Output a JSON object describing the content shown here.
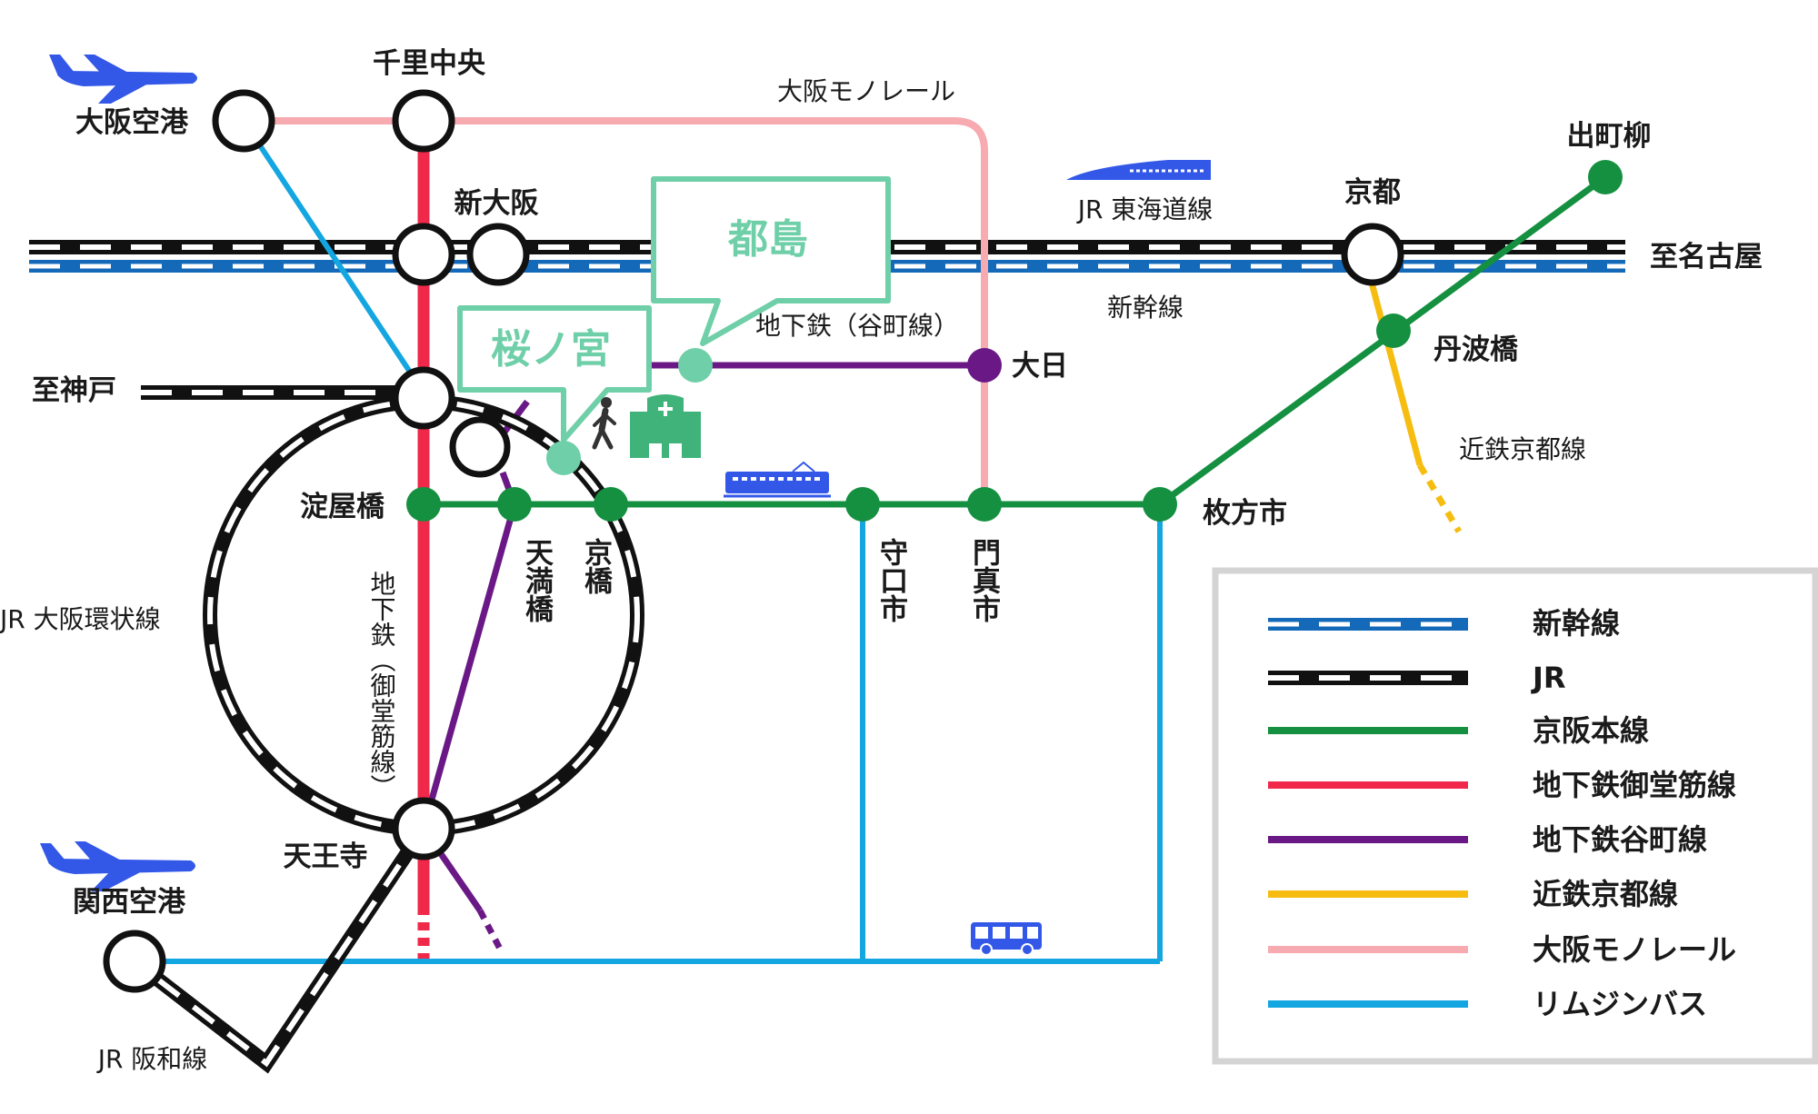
{
  "colors": {
    "shinkansen": "#1469b8",
    "jr": "#111111",
    "keihan": "#149040",
    "midosuji": "#f0284a",
    "tanimachi": "#6a1886",
    "kintetsu": "#f6bd10",
    "monorail": "#f7aab0",
    "limousine": "#14a6e0",
    "callout": "#6fcfa8",
    "icon_blue": "#3358e8"
  },
  "icons": [
    "airplane-icon",
    "airplane-icon",
    "shinkansen-train-icon",
    "train-icon",
    "bus-icon",
    "walking-person-icon",
    "hospital-icon"
  ],
  "stations": {
    "senri_chuo": "千里中央",
    "osaka_airport": "大阪空港",
    "shin_osaka": "新大阪",
    "kyoto": "京都",
    "demachiyanagi": "出町柳",
    "tambabashi": "丹波橋",
    "dainichi": "大日",
    "to_nagoya": "至名古屋",
    "to_kobe": "至神戸",
    "yodoyabashi": "淀屋橋",
    "temmabashi": "天満橋",
    "kyobashi": "京橋",
    "moriguchi": "守口市",
    "kadoma": "門真市",
    "hirakata": "枚方市",
    "tennoji": "天王寺",
    "kansai_airport": "関西空港"
  },
  "callouts": {
    "miyakojima": "都島",
    "sakuranomiya": "桜ノ宮"
  },
  "line_names": {
    "monorail": "大阪モノレール",
    "jr_tokaido": "JR 東海道線",
    "shinkansen": "新幹線",
    "tanimachi": "地下鉄（谷町線）",
    "midosuji": "地下鉄（御堂筋線）",
    "kintetsu": "近鉄京都線",
    "loop": "JR 大阪環状線",
    "hanwa": "JR 阪和線"
  },
  "legend": [
    {
      "label": "新幹線",
      "style": "shinkansen"
    },
    {
      "label": "JR",
      "style": "jr"
    },
    {
      "label": "京阪本線",
      "style": "keihan"
    },
    {
      "label": "地下鉄御堂筋線",
      "style": "midosuji"
    },
    {
      "label": "地下鉄谷町線",
      "style": "tanimachi"
    },
    {
      "label": "近鉄京都線",
      "style": "kintetsu"
    },
    {
      "label": "大阪モノレール",
      "style": "monorail"
    },
    {
      "label": "リムジンバス",
      "style": "limousine"
    }
  ]
}
